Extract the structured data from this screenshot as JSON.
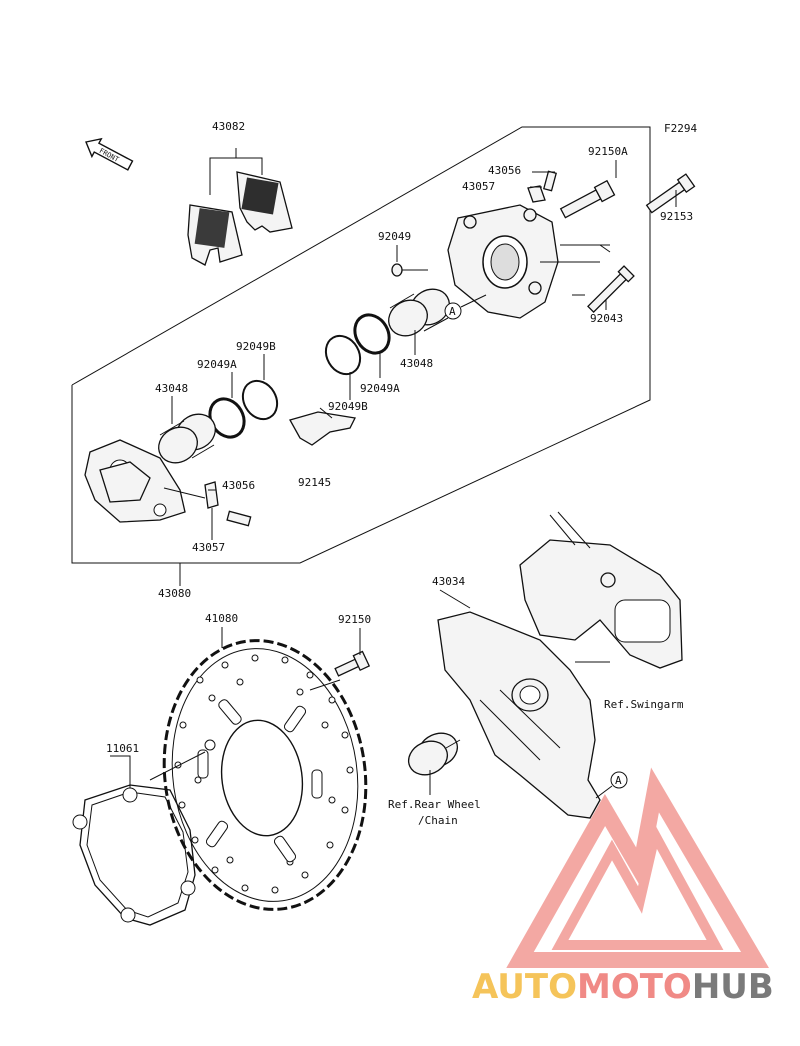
{
  "figure_code": "F2294",
  "front_label": "FRONT",
  "circle_ref": "A",
  "parts": {
    "p43082": "43082",
    "p92150A": "92150A",
    "p43056_top": "43056",
    "p43057_top": "43057",
    "p92153": "92153",
    "p92049": "92049",
    "p92043": "92043",
    "p43048_right": "43048",
    "p92049B_left": "92049B",
    "p92049A_left": "92049A",
    "p43048_left": "43048",
    "p92049A_mid": "92049A",
    "p92049B_mid": "92049B",
    "p43056_bottom": "43056",
    "p92145": "92145",
    "p43057_bottom": "43057",
    "p43080": "43080",
    "p43034": "43034",
    "p41080": "41080",
    "p92150": "92150",
    "p11061": "11061"
  },
  "refs": {
    "swingarm": "Ref.Swingarm",
    "rear_wheel_line1": "Ref.Rear Wheel",
    "rear_wheel_line2": "/Chain"
  },
  "watermark": {
    "part1": "AUTO",
    "part2": "MOTO",
    "part3": "HUB",
    "color1": "#f5c45a",
    "color2": "#f08a86",
    "color3": "#7a7a7a",
    "logo_color": "#f29a94"
  }
}
